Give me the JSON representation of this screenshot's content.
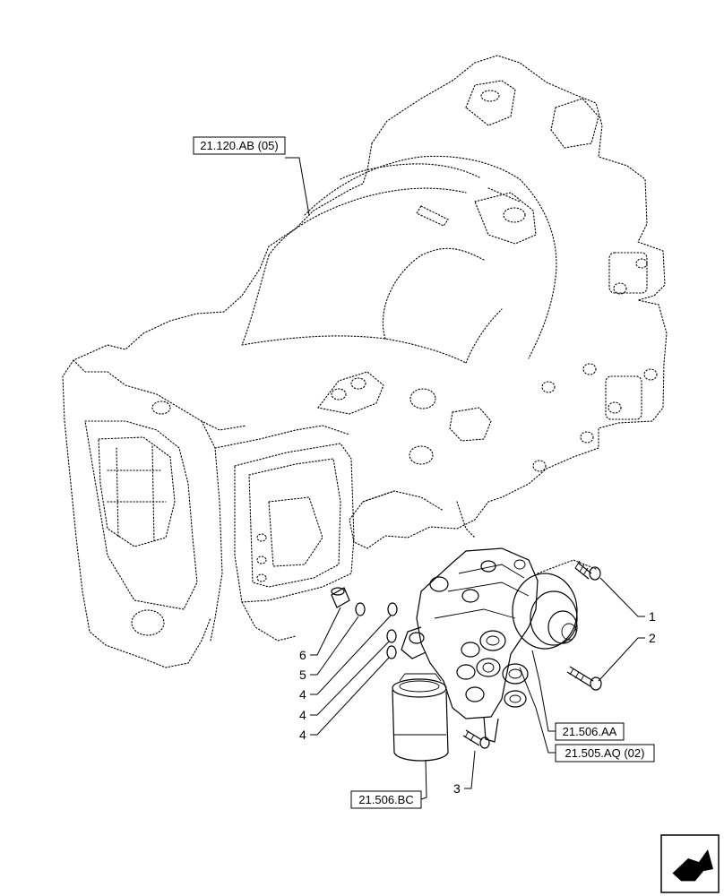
{
  "references": {
    "housing": "21.120.AB (05)",
    "valve_block": "21.506.AA",
    "valve_cluster": "21.505.AQ (02)",
    "filter": "21.506.BC"
  },
  "callouts": {
    "c1": "1",
    "c2": "2",
    "c3": "3",
    "c4a": "4",
    "c4b": "4",
    "c4c": "4",
    "c5": "5",
    "c6": "6"
  },
  "icons": {
    "corner": "next-page-arrow-icon"
  }
}
